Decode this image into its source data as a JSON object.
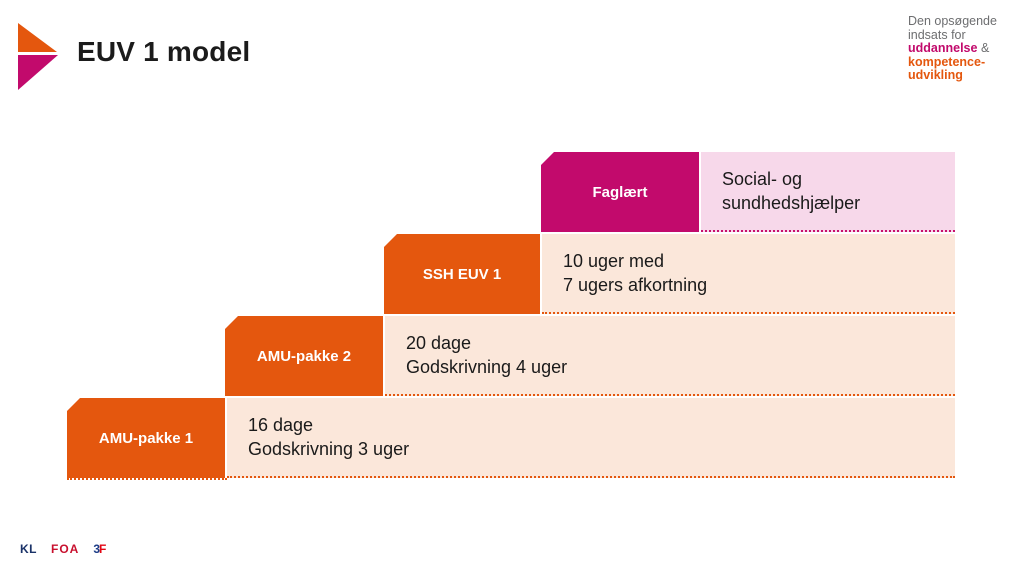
{
  "title": "EUV 1 model",
  "brand": {
    "line1": "Den opsøgende",
    "line2": "indsats for",
    "uddannelse": "uddannelse",
    "amp": " &",
    "kompetence": "kompetence-",
    "udvikling": "udvikling"
  },
  "steps": [
    {
      "label": "Faglært",
      "text_line1": "Social- og",
      "text_line2": "sundhedshjælper"
    },
    {
      "label": "SSH EUV 1",
      "text_line1": "10 uger med",
      "text_line2": "7 ugers afkortning"
    },
    {
      "label": "AMU-pakke 2",
      "text_line1": "20 dage",
      "text_line2": "Godskrivning 4 uger"
    },
    {
      "label": "AMU-pakke 1",
      "text_line1": "16 dage",
      "text_line2": "Godskrivning 3 uger"
    }
  ],
  "footer": {
    "kl": "KL",
    "foa": "FOA",
    "f3_digit": "3",
    "f3_letter": "F"
  },
  "colors": {
    "orange": "#e4570e",
    "magenta": "#c20a6c",
    "pink_light": "#f7d8ea",
    "peach_light": "#fbe7da",
    "text_dark": "#1a1a1a",
    "brand_gray": "#6d6e70",
    "kl_navy": "#1a3268",
    "foa_red": "#c8102e",
    "f3_blue": "#1b3c87",
    "f3_red": "#e30613"
  }
}
